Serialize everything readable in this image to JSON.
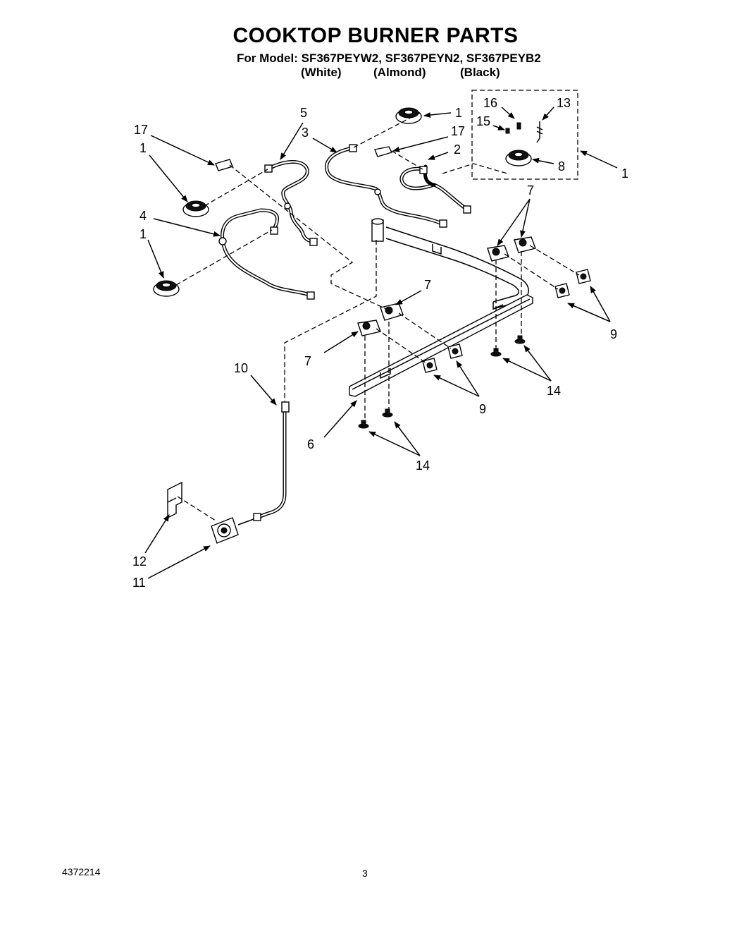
{
  "title": "COOKTOP BURNER PARTS",
  "model_line": "For Model: SF367PEYW2, SF367PEYN2, SF367PEYB2",
  "variants": [
    "(White)",
    "(Almond)",
    "(Black)"
  ],
  "callouts": {
    "c1": "1",
    "c2": "2",
    "c3": "3",
    "c4": "4",
    "c5": "5",
    "c6": "6",
    "c7": "7",
    "c8": "8",
    "c9": "9",
    "c10": "10",
    "c11": "11",
    "c12": "12",
    "c13": "13",
    "c14": "14",
    "c15": "15",
    "c16": "16",
    "c17": "17"
  },
  "footer": {
    "doc_number": "4372214",
    "page_number": "3"
  }
}
